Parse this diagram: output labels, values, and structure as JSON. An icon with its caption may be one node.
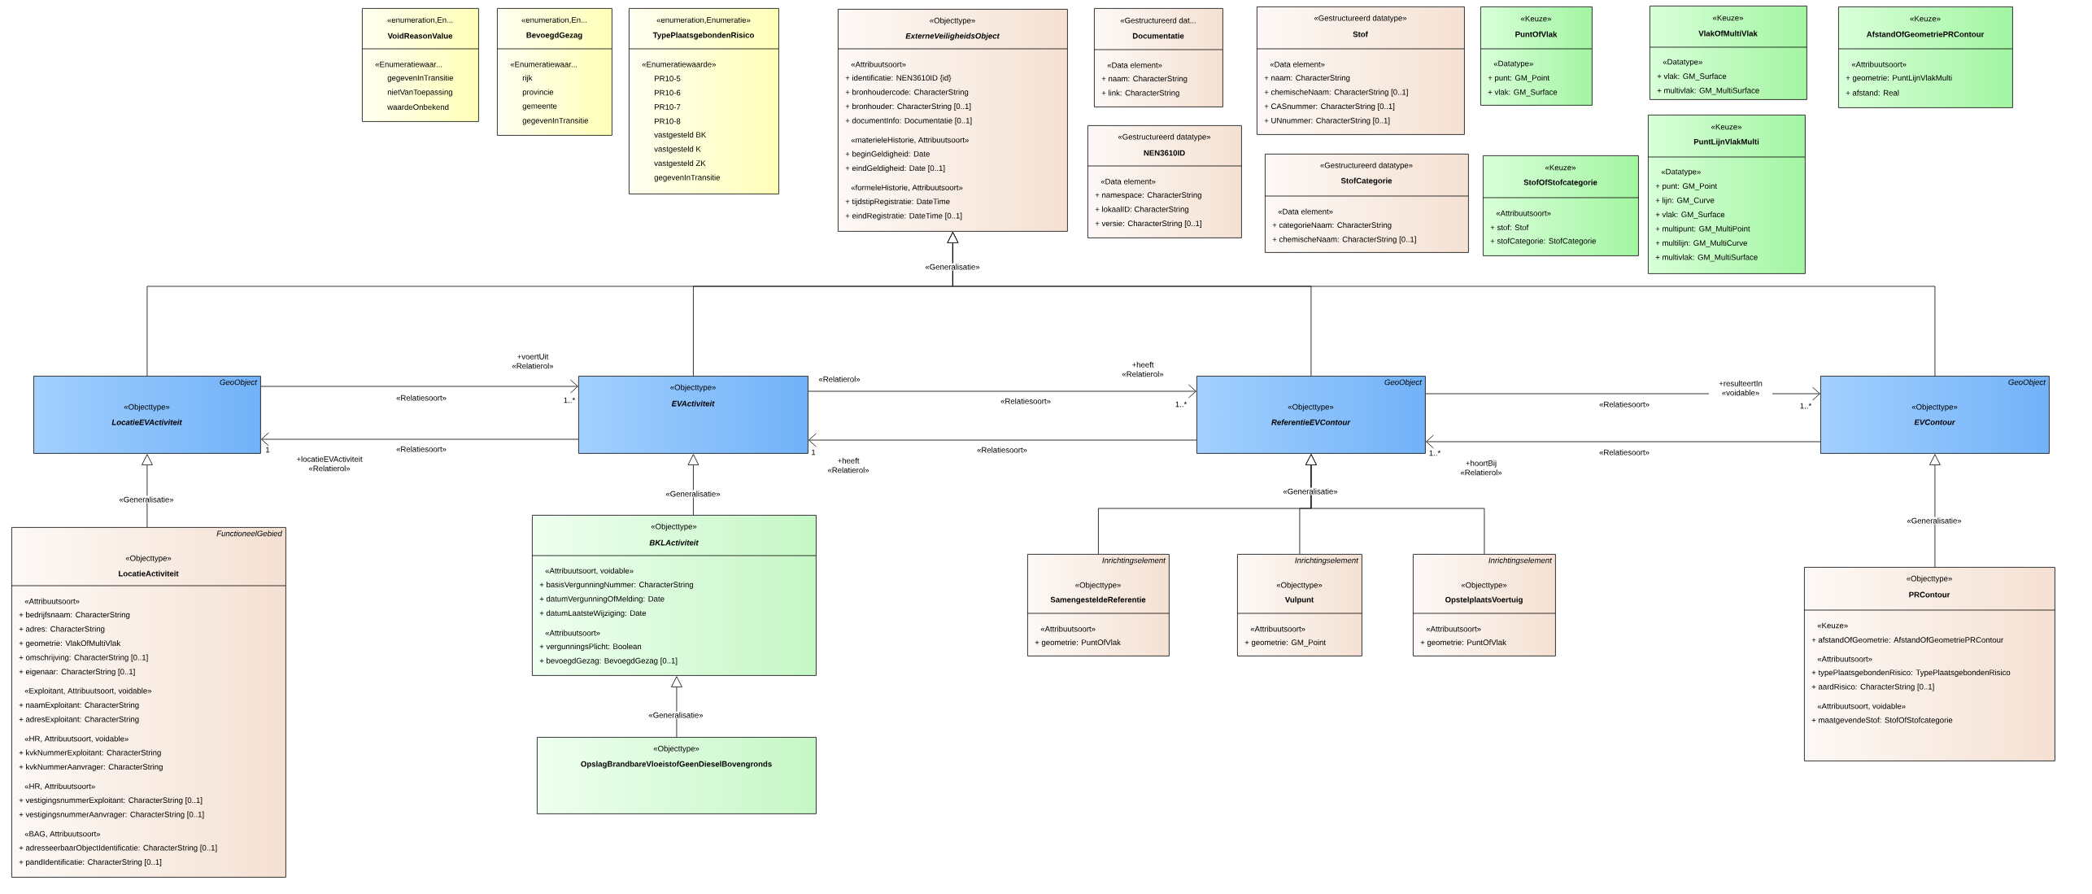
{
  "diagram": {
    "nodes": [
      {
        "text": [
          "«enumeration,En...",
          "VoidReasonValue",
          "«Enumeratiewaar...",
          "gegevenInTransitie",
          "nietVanToepassing",
          "waardeOnbekend"
        ]
      },
      {
        "text": [
          "«enumeration,En...",
          "BevoegdGezag",
          "«Enumeratiewaar...",
          "rijk",
          "provincie",
          "gemeente",
          "gegevenInTransitie"
        ]
      },
      {
        "text": [
          "«enumeration,Enumeratie»",
          "TypePlaatsgebondenRisico",
          "«Enumeratiewaarde»",
          "PR10-5",
          "PR10-6",
          "PR10-7",
          "PR10-8",
          "vastgesteld BK",
          "vastgesteld K",
          "vastgesteld ZK",
          "gegevenInTransitie"
        ]
      },
      {
        "text": [
          "«Objecttype»",
          "ExterneVeiligheidsObject",
          "«Attribuutsoort»",
          "+ identificatie: NEN3610ID {id}",
          "+ bronhoudercode: CharacterString",
          "+ bronhouder: CharacterString [0..1]",
          "+ documentInfo: Documentatie [0..1]",
          "«materieleHistorie, Attribuutsoort»",
          "+ beginGeldigheid: Date",
          "+ eindGeldigheid: Date [0..1]",
          "«formeleHistorie, Attribuutsoort»",
          "+ tijdstipRegistratie: DateTime",
          "+ eindRegistratie: DateTime [0..1]"
        ]
      },
      {
        "text": [
          "«Gestructureerd dat...",
          "Documentatie",
          "«Data element»",
          "+ naam: CharacterString",
          "+ link: CharacterString"
        ]
      },
      {
        "text": [
          "«Gestructureerd datatype»",
          "Stof",
          "«Data element»",
          "+ naam: CharacterString",
          "+ chemischeNaam: CharacterString [0..1]",
          "+ CASnummer: CharacterString [0..1]",
          "+ UNnummer: CharacterString [0..1]"
        ]
      },
      {
        "text": [
          "«Keuze»",
          "PuntOfVlak",
          "«Datatype»",
          "+ punt: GM_Point",
          "+ vlak: GM_Surface"
        ]
      },
      {
        "text": [
          "«Keuze»",
          "VlakOfMultiVlak",
          "«Datatype»",
          "+ vlak: GM_Surface",
          "+ multivlak: GM_MultiSurface"
        ]
      },
      {
        "text": [
          "«Keuze»",
          "AfstandOfGeometriePRContour",
          "«Attribuutsoort»",
          "+ geometrie: PuntLijnVlakMulti",
          "+ afstand: Real"
        ]
      },
      {
        "text": [
          "«Gestructureerd datatype»",
          "NEN3610ID",
          "«Data element»",
          "+ namespace: CharacterString",
          "+ lokaalID: CharacterString",
          "+ versie: CharacterString [0..1]"
        ]
      },
      {
        "text": [
          "«Keuze»",
          "PuntLijnVlakMulti",
          "«Datatype»",
          "+ punt: GM_Point",
          "+ lijn: GM_Curve",
          "+ vlak: GM_Surface",
          "+ multipunt: GM_MultiPoint",
          "+ multilijn: GM_MultiCurve",
          "+ multivlak: GM_MultiSurface"
        ]
      },
      {
        "text": [
          "«Gestructureerd datatype»",
          "StofCategorie",
          "«Data element»",
          "+ categorieNaam: CharacterString",
          "+ chemischeNaam: CharacterString [0..1]"
        ]
      },
      {
        "text": [
          "«Keuze»",
          "StofOfStofcategorie",
          "«Attribuutsoort»",
          "+ stof: Stof",
          "+ stofCategorie: StofCategorie"
        ]
      },
      {
        "text": [
          "GeoObject",
          "«Objecttype»",
          "LocatieEVActiviteit"
        ]
      },
      {
        "text": [
          "«Objecttype»",
          "EVActiviteit"
        ]
      },
      {
        "text": [
          "GeoObject",
          "«Objecttype»",
          "ReferentieEVContour"
        ]
      },
      {
        "text": [
          "GeoObject",
          "«Objecttype»",
          "EVContour"
        ]
      },
      {
        "text": [
          "FunctioneelGebied",
          "«Objecttype»",
          "LocatieActiviteit",
          "«Attribuutsoort»",
          "+ bedrijfsnaam: CharacterString",
          "+ adres: CharacterString",
          "+ geometrie: VlakOfMultiVlak",
          "+ omschrijving: CharacterString [0..1]",
          "+ eigenaar: CharacterString [0..1]",
          "«Exploitant, Attribuutsoort, voidable»",
          "+ naamExploitant: CharacterString",
          "+ adresExploitant: CharacterString",
          "«HR, Attribuutsoort, voidable»",
          "+ kvkNummerExploitant: CharacterString",
          "+ kvkNummerAanvrager: CharacterString",
          "«HR, Attribuutsoort»",
          "+ vestigingsnummerExploitant: CharacterString [0..1]",
          "+ vestigingsnummerAanvrager: CharacterString [0..1]",
          "«BAG, Attribuutsoort»",
          "+ adresseerbaarObjectIdentificatie: CharacterString [0..1]",
          "+ pandIdentificatie: CharacterString [0..1]"
        ]
      },
      {
        "text": [
          "«Objecttype»",
          "BKLActiviteit",
          "«Attribuutsoort, voidable»",
          "+ basisVergunningNummer: CharacterString",
          "+ datumVergunningOfMelding: Date",
          "+ datumLaatsteWijziging: Date",
          "«Attribuutsoort»",
          "+ vergunningsPlicht: Boolean",
          "+ bevoegdGezag: BevoegdGezag [0..1]"
        ]
      },
      {
        "text": [
          "Inrichtingselement",
          "«Objecttype»",
          "SamengesteldeReferentie",
          "«Attribuutsoort»",
          "+ geometrie: PuntOfVlak"
        ]
      },
      {
        "text": [
          "Inrichtingselement",
          "«Objecttype»",
          "Vulpunt",
          "«Attribuutsoort»",
          "+ geometrie: GM_Point"
        ]
      },
      {
        "text": [
          "Inrichtingselement",
          "«Objecttype»",
          "OpstelplaatsVoertuig",
          "«Attribuutsoort»",
          "+ geometrie: PuntOfVlak"
        ]
      },
      {
        "text": [
          "«Objecttype»",
          "PRContour",
          "«Keuze»",
          "+ afstandOfGeometrie: AfstandOfGeometriePRContour",
          "«Attribuutsoort»",
          "+ typePlaatsgebondenRisico: TypePlaatsgebondenRisico",
          "+ aardRisico: CharacterString [0..1]",
          "«Attribuutsoort, voidable»",
          "+ maatgevendeStof: StofOfStofcategorie"
        ]
      },
      {
        "text": [
          "«Objecttype»",
          "OpslagBrandbareVloeistofGeenDieselBovengronds"
        ]
      }
    ],
    "edges": [
      {
        "from": 13,
        "to": 3,
        "arrow": "to",
        "label": "«Generalisatie»"
      },
      {
        "from": 14,
        "to": 3,
        "arrow": "to"
      },
      {
        "from": 15,
        "to": 3,
        "arrow": "to"
      },
      {
        "from": 16,
        "to": 3,
        "arrow": "to"
      },
      {
        "from": 13,
        "to": 14,
        "arrow": "to",
        "label": "«Relatiesoort»"
      },
      {
        "from": 14,
        "to": 13,
        "arrow": "to",
        "label": "«Relatiesoort»"
      },
      {
        "from": 14,
        "to": 15,
        "arrow": "to",
        "label": "«Relatiesoort»"
      },
      {
        "from": 15,
        "to": 14,
        "arrow": "to",
        "label": "«Relatiesoort»"
      },
      {
        "from": 15,
        "to": 16,
        "arrow": "to",
        "label": "«Relatiesoort»"
      },
      {
        "from": 16,
        "to": 15,
        "arrow": "to",
        "label": "«Relatiesoort»"
      },
      {
        "from": 17,
        "to": 13,
        "arrow": "to",
        "label": "«Generalisatie»"
      },
      {
        "from": 18,
        "to": 14,
        "arrow": "to",
        "label": "«Generalisatie»"
      },
      {
        "from": 23,
        "to": 18,
        "arrow": "to",
        "label": "«Generalisatie»"
      },
      {
        "from": 19,
        "to": 15,
        "arrow": "to",
        "label": "«Generalisatie»"
      },
      {
        "from": 20,
        "to": 15,
        "arrow": "to"
      },
      {
        "from": 21,
        "to": 15,
        "arrow": "to"
      },
      {
        "from": 22,
        "to": 16,
        "arrow": "to",
        "label": "«Generalisatie»"
      }
    ],
    "labels": [
      "+voertUit «Relatierol»",
      "1..*",
      "1",
      "+locatieEVActiviteit «Relatierol»",
      "«Relatierol»",
      "+heeft «Relatierol»",
      "1..*",
      "1",
      "+heeft «Relatierol»",
      "+resulteertIn «voidable»",
      "1..*",
      "1..*",
      "+hoortBij «Relatierol»"
    ]
  }
}
